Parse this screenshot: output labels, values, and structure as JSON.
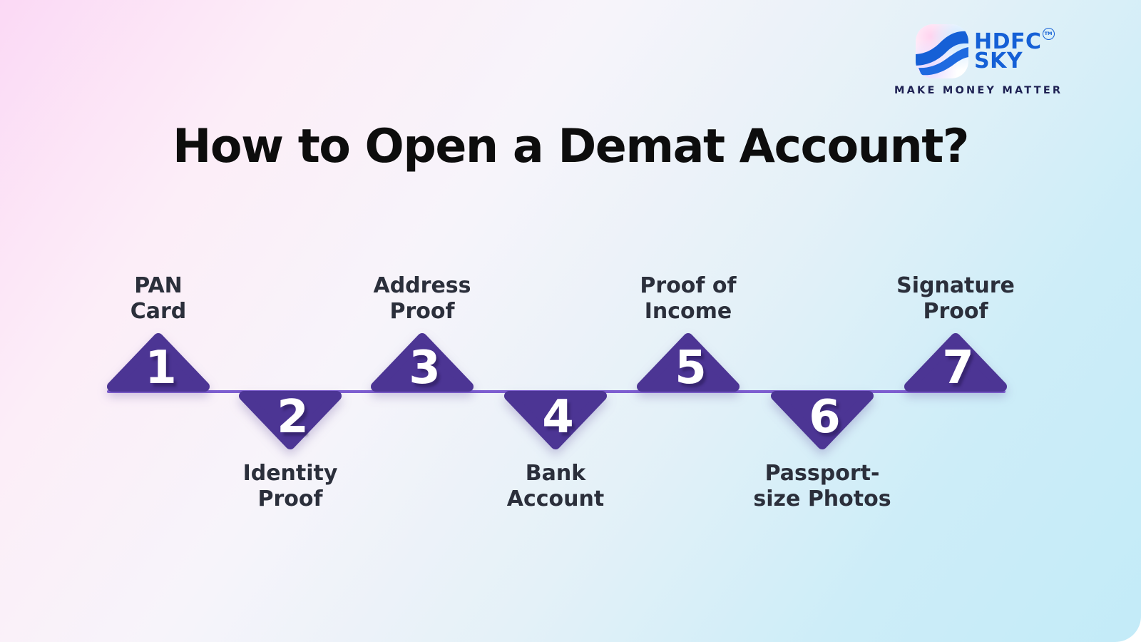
{
  "brand": {
    "icon": "hdfc-sky-swoosh-icon",
    "name_line1": "HDFC",
    "name_line2": "SKY",
    "trademark": "TM",
    "tagline": "MAKE MONEY MATTER",
    "colors": {
      "wordmark_blue": "#1560d6",
      "tagline_navy": "#1e2153"
    }
  },
  "title": "How to Open a Demat Account?",
  "timeline": {
    "type": "horizontal-zigzag-step-timeline",
    "line_color": "#7d5ed0",
    "triangle_color": "#4c3594",
    "number_color": "#ffffff",
    "label_color": "#2b2f3b",
    "steps": [
      {
        "number": "1",
        "label_line1": "PAN",
        "label_line2": "Card",
        "position": "above-line"
      },
      {
        "number": "2",
        "label_line1": "Identity",
        "label_line2": "Proof",
        "position": "below-line"
      },
      {
        "number": "3",
        "label_line1": "Address",
        "label_line2": "Proof",
        "position": "above-line"
      },
      {
        "number": "4",
        "label_line1": "Bank",
        "label_line2": "Account",
        "position": "below-line"
      },
      {
        "number": "5",
        "label_line1": "Proof of",
        "label_line2": "Income",
        "position": "above-line"
      },
      {
        "number": "6",
        "label_line1": "Passport-",
        "label_line2": "size Photos",
        "position": "below-line"
      },
      {
        "number": "7",
        "label_line1": "Signature",
        "label_line2": "Proof",
        "position": "above-line"
      }
    ]
  },
  "background": {
    "gradient_top_left": "#fbd9f5",
    "gradient_middle": "#f7f4fa",
    "gradient_bottom_right": "#c3ebf8"
  }
}
